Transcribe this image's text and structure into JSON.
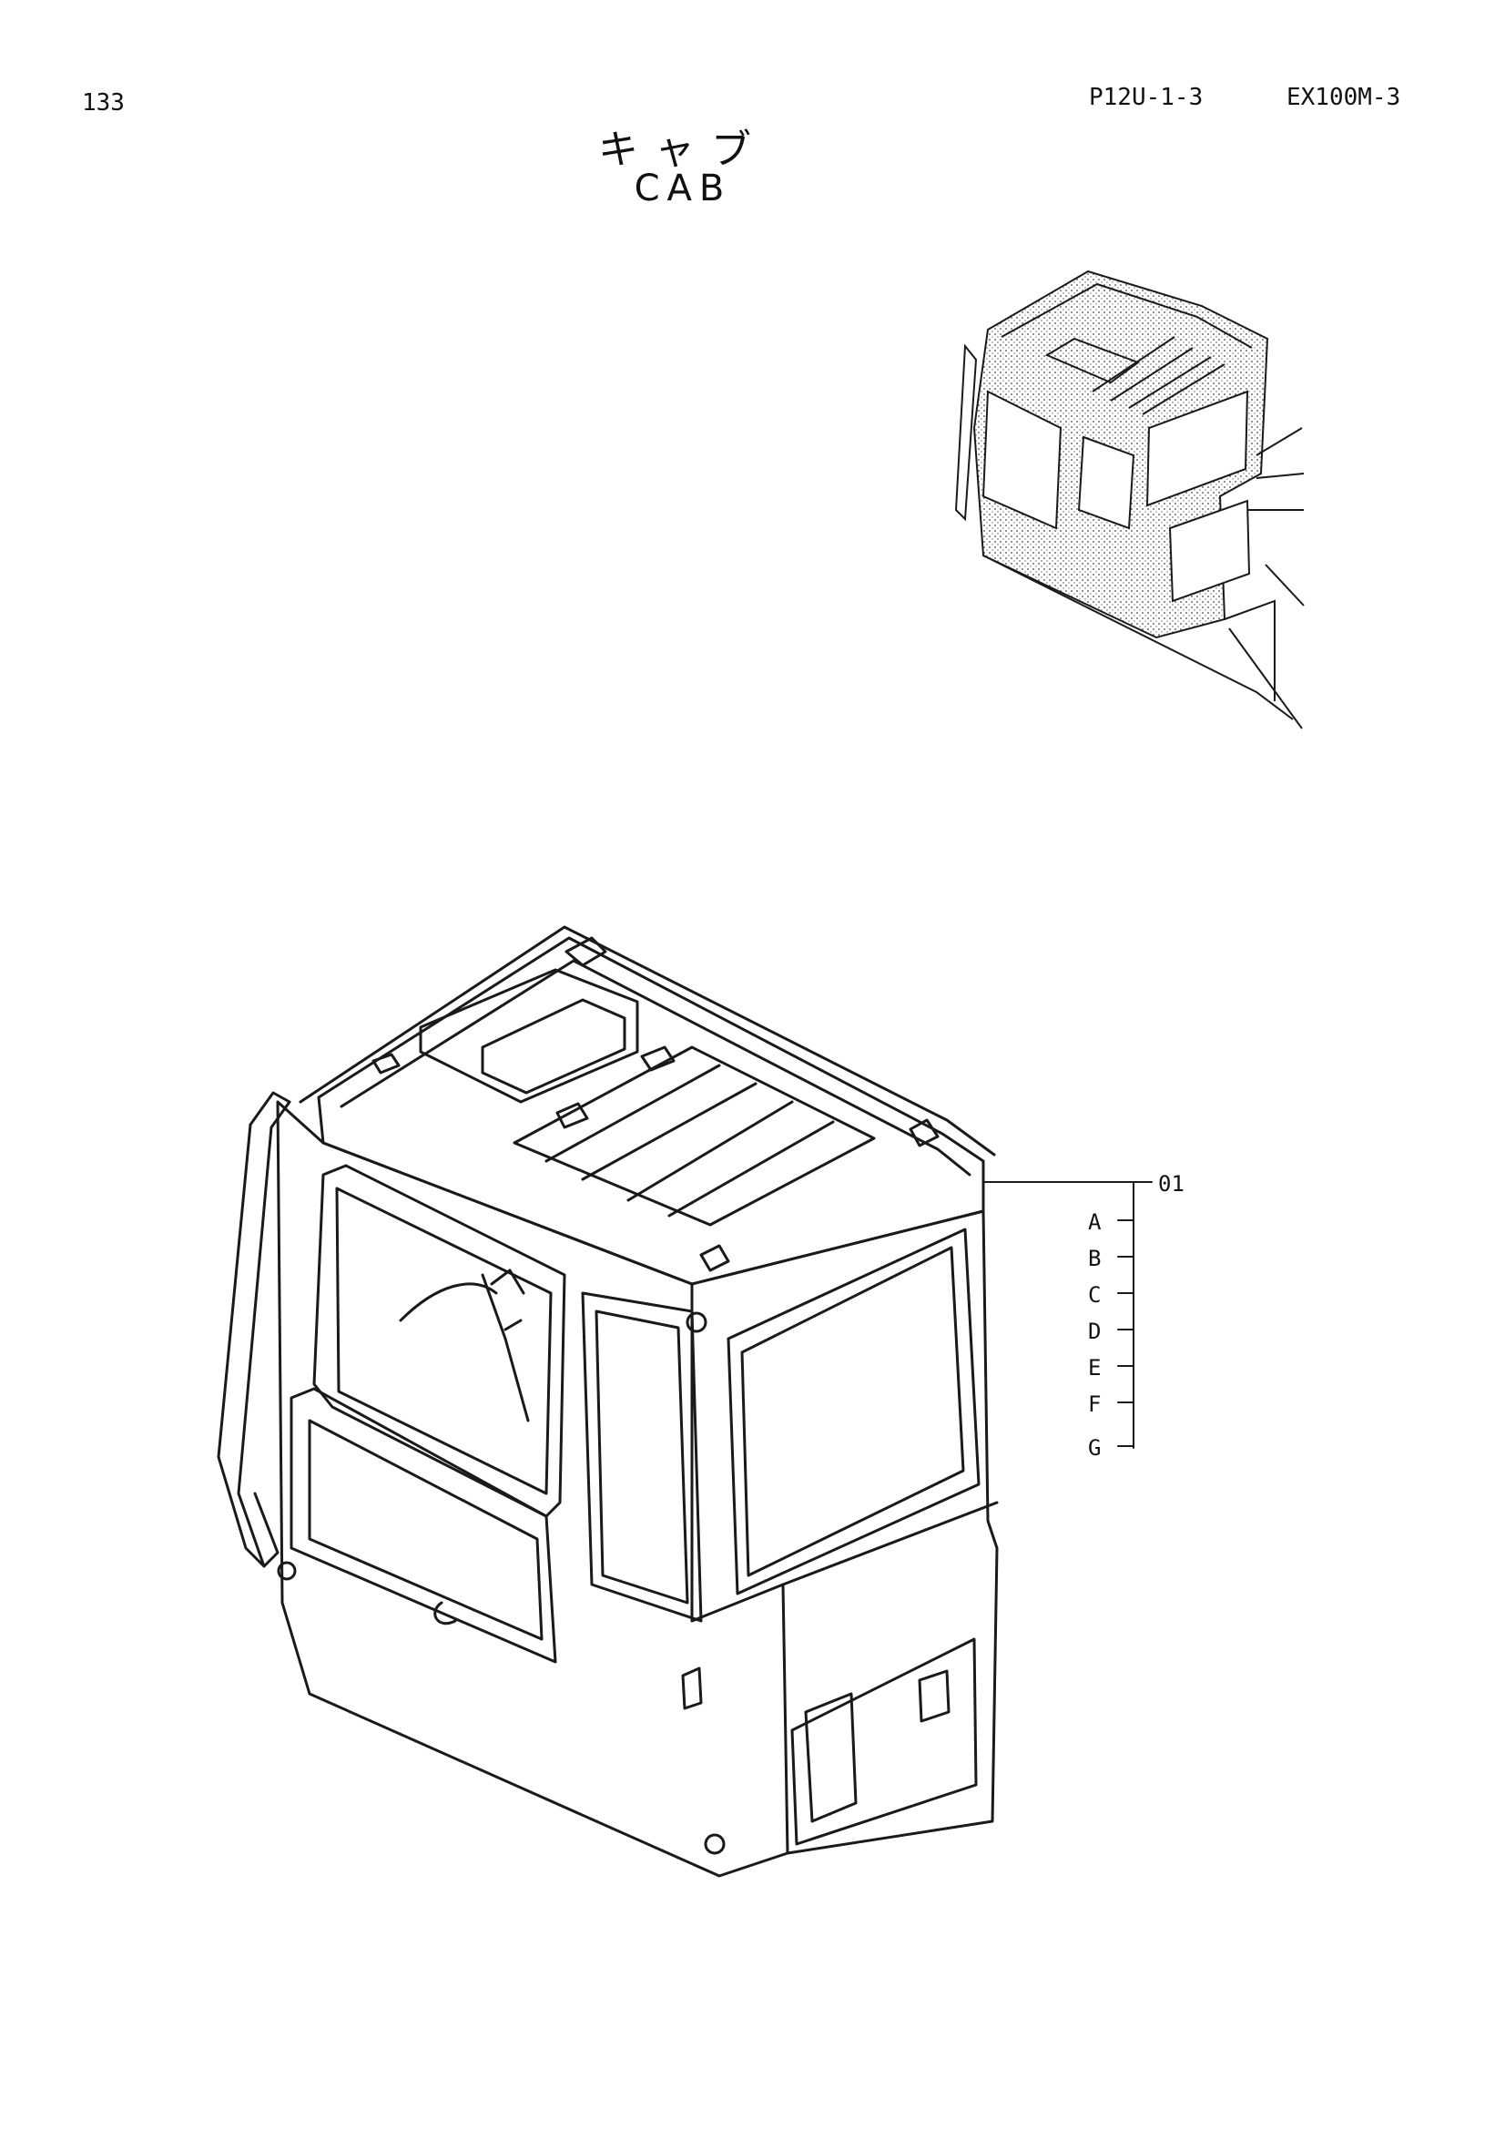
{
  "header": {
    "page_number": "133",
    "doc_code": "P12U-1-3",
    "model": "EX100M-3"
  },
  "title": {
    "japanese": "キャブ",
    "english": "CAB"
  },
  "callouts": {
    "part_number": "01",
    "letters": [
      "A",
      "B",
      "C",
      "D",
      "E",
      "F",
      "G"
    ]
  }
}
